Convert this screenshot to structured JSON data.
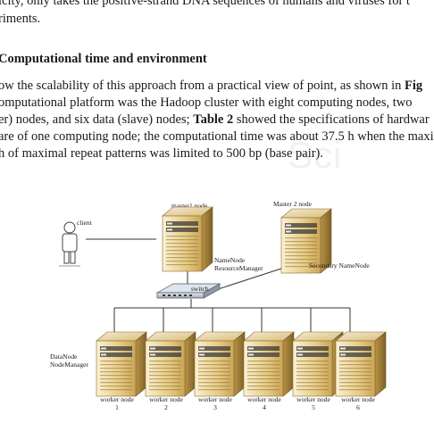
{
  "text": {
    "line1": "icity, only takes the positive-strand DNA sequences of humans and viruses for t",
    "line2": "riments.",
    "heading": "Computational time and environment",
    "para": [
      {
        "pre": "ow the scalability of this approach from a practical view of point, as shown in ",
        "bold": "Fig",
        "post": ""
      },
      {
        "pre": "omputational platform was the Hadoop cluster with eight computing nodes, two",
        "bold": "",
        "post": ""
      },
      {
        "pre": "er) nodes, and six data (slave) nodes; ",
        "bold": "Table 2",
        "post": " showed the specifications of hardwar"
      },
      {
        "pre": "are of one computing node; the computational time was about 37.5 h when the maxi",
        "bold": "",
        "post": ""
      },
      {
        "pre": "h of maximal repeat patterns was limited to 500 bp (base pair).",
        "bold": "",
        "post": ""
      }
    ],
    "watermark": "Sci"
  },
  "figure": {
    "client_label": "client",
    "master1_label": "master1 node",
    "master2_label": "Master 2 node",
    "namenode_label": "NameNode",
    "resourcemanager_label": "ResourceManager",
    "secondary_label": "Secondary NameNode",
    "switch_label": "switch",
    "datanode_label": "DataNode",
    "nodemanager_label": "NodeManager",
    "workers": [
      {
        "label": "worker node",
        "num": "1"
      },
      {
        "label": "worker node",
        "num": "2"
      },
      {
        "label": "worker node",
        "num": "3"
      },
      {
        "label": "worker node",
        "num": "4"
      },
      {
        "label": "worker node",
        "num": "5"
      },
      {
        "label": "worker node",
        "num": "6"
      }
    ]
  },
  "colors": {
    "server_light": "#f4e3b4",
    "server_mid": "#d9b86a",
    "server_dark": "#9a7a35",
    "line": "#333333"
  }
}
